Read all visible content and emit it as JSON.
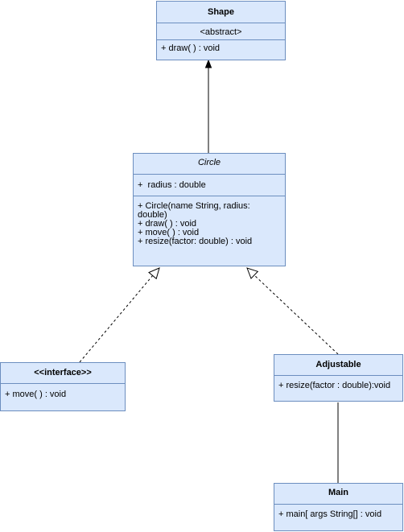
{
  "classes": {
    "shape": {
      "name": "Shape",
      "stereotype": "<abstract>",
      "methods": [
        "+ draw( ) : void"
      ]
    },
    "circle": {
      "name": "Circle",
      "attributes": [
        "+  radius : double"
      ],
      "methods": [
        "+ Circle(name String, radius: double)",
        "+ draw( ) : void",
        "+ move( ) : void",
        "+ resize(factor: double) : void"
      ]
    },
    "interface": {
      "name": "<<interface>>",
      "methods": [
        "+ move( ) : void"
      ]
    },
    "adjustable": {
      "name": "Adjustable",
      "methods": [
        "+ resize(factor : double):void"
      ]
    },
    "main": {
      "name": "Main",
      "methods": [
        "+ main[ args String[] : void"
      ]
    }
  },
  "relationships": [
    {
      "from": "Circle",
      "to": "Shape",
      "type": "inheritance"
    },
    {
      "from": "<<interface>>",
      "to": "Circle",
      "type": "realization"
    },
    {
      "from": "Adjustable",
      "to": "Circle",
      "type": "realization"
    },
    {
      "from": "Main",
      "to": "Adjustable",
      "type": "association"
    }
  ],
  "colors": {
    "fill": "#dae8fc",
    "stroke": "#6c8ebf",
    "line": "#000000"
  }
}
